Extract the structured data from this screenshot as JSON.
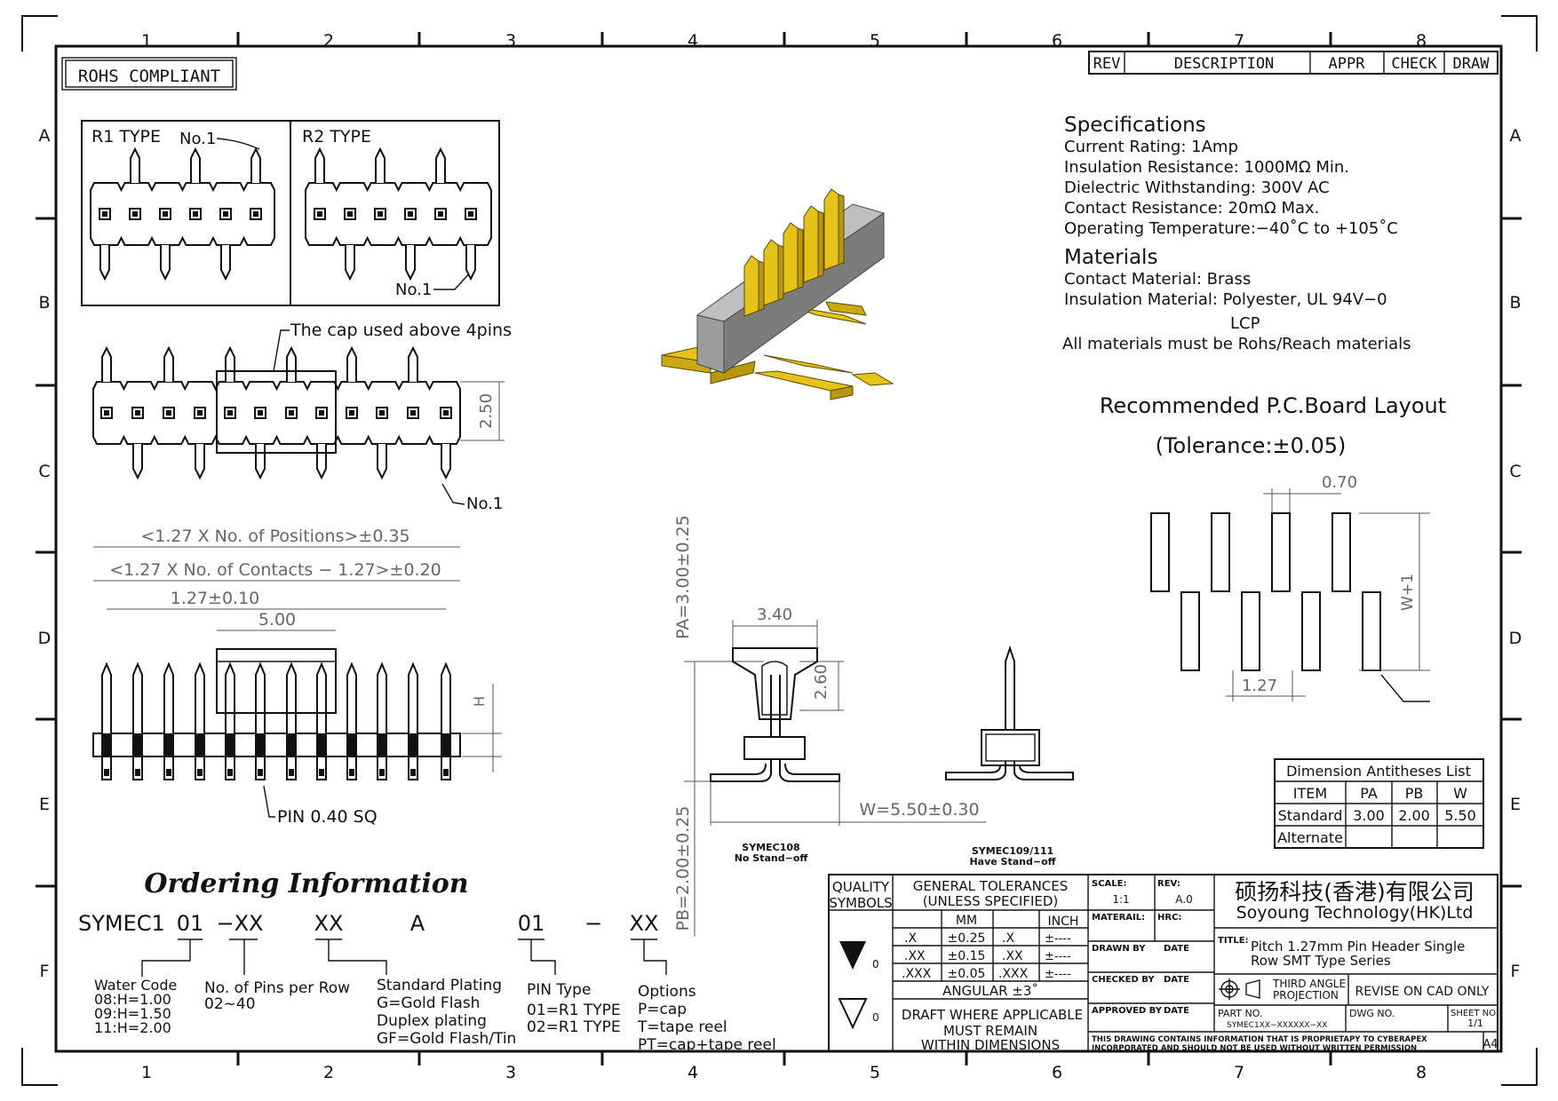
{
  "ruler": {
    "cols": [
      "1",
      "2",
      "3",
      "4",
      "5",
      "6",
      "7",
      "8"
    ],
    "rows": [
      "A",
      "B",
      "C",
      "D",
      "E",
      "F"
    ]
  },
  "rohs": "ROHS COMPLIANT",
  "rev_table": {
    "rev": "REV",
    "description": "DESCRIPTION",
    "appr": "APPR",
    "check": "CHECK",
    "draw": "DRAW"
  },
  "types": {
    "r1": "R1  TYPE",
    "r1_no1": "No.1",
    "r2": "R2  TYPE",
    "r2_no1": "No.1"
  },
  "cap_note": "The  cap  used  above  4pins",
  "cap_dim": "2.50",
  "cap_no1": "No.1",
  "front": {
    "positions": "<1.27  X  No.  of  Positions>±0.35",
    "contacts": "<1.27  X  No.  of  Contacts  −  1.27>±0.20",
    "pitch": "1.27±0.10",
    "cap_width": "5.00",
    "h": "H",
    "pin": "PIN  0.40  SQ"
  },
  "side": {
    "pa": "PA=3.00±0.25",
    "pb": "PB=2.00±0.25",
    "w340": "3.40",
    "h260": "2.60",
    "w": "W=5.50±0.30",
    "symec108": "SYMEC108",
    "symec108_sub": "No  Stand−off",
    "symec109": "SYMEC109/111",
    "symec109_sub": "Have  Stand−off"
  },
  "specs": {
    "title": "Specifications",
    "lines": [
      "Current  Rating:    1Amp",
      "Insulation  Resistance:    1000MΩ  Min.",
      "Dielectric  Withstanding:    300V  AC",
      "Contact  Resistance:    20mΩ  Max.",
      "Operating  Temperature:−40˚C  to  +105˚C"
    ],
    "materials_title": "Materials",
    "materials": [
      "Contact  Material:  Brass",
      "Insulation  Material:  Polyester,  UL  94V−0",
      "LCP",
      "All  materials  must  be  Rohs/Reach  materials"
    ]
  },
  "pcb": {
    "title": "Recommended  P.C.Board  Layout",
    "tolerance": "(Tolerance:±0.05)",
    "d070": "0.70",
    "d127": "1.27",
    "w1": "W+1"
  },
  "antithesis": {
    "title": "Dimension  Antitheses  List",
    "headers": [
      "ITEM",
      "PA",
      "PB",
      "W"
    ],
    "rows": [
      [
        "Standard",
        "3.00",
        "2.00",
        "5.50"
      ],
      [
        "Alternate",
        "",
        "",
        ""
      ]
    ]
  },
  "ordering": {
    "title": "Ordering Information",
    "code": [
      "SYMEC1",
      "01",
      "−XX",
      "XX",
      "A",
      "01",
      "−",
      "XX"
    ],
    "water_code": [
      "Water  Code",
      "08:H=1.00",
      "09:H=1.50",
      "11:H=2.00"
    ],
    "pins": [
      "No.  of  Pins  per  Row",
      "02~40"
    ],
    "plating": [
      "Standard  Plating",
      "G=Gold  Flash",
      "Duplex  plating",
      "GF=Gold  Flash/Tin"
    ],
    "pin_type": [
      "PIN  Type",
      "01=R1  TYPE",
      "02=R1  TYPE"
    ],
    "options": [
      "Options",
      "P=cap",
      "T=tape  reel",
      "PT=cap+tape  reel"
    ]
  },
  "title_block": {
    "quality": [
      "QUALITY",
      "SYMBOLS"
    ],
    "tol_title": [
      "GENERAL  TOLERANCES",
      "(UNLESS  SPECIFIED)"
    ],
    "mm": "MM",
    "inch": "INCH",
    "tol_rows": [
      [
        ".X",
        "±0.25",
        ".X",
        "±----"
      ],
      [
        ".XX",
        "±0.15",
        ".XX",
        "±----"
      ],
      [
        ".XXX",
        "±0.05",
        ".XXX",
        "±----"
      ]
    ],
    "angular": "ANGULAR  ±3˚",
    "draft": [
      "DRAFT  WHERE  APPLICABLE",
      "MUST  REMAIN",
      "WITHIN  DIMENSIONS"
    ],
    "sym1": "0",
    "sym2": "0",
    "scale_label": "SCALE:",
    "scale": "1:1",
    "rev_label": "REV:",
    "rev": "A.0",
    "material": "MATERAIL:",
    "hrc": "HRC:",
    "drawn": "DRAWN  BY",
    "checked": "CHECKED  BY",
    "approved": "APPROVED  BY",
    "date": "DATE",
    "company_cn": "硕扬科技(香港)有限公司",
    "company_en": "Soyoung  Technology(HK)Ltd",
    "title_label": "TITLE:",
    "title": [
      "Pitch  1.27mm  Pin  Header  Single",
      "Row  SMT  Type  Series"
    ],
    "projection": [
      "THIRD  ANGLE",
      "PROJECTION"
    ],
    "revise": "REVISE  ON  CAD  ONLY",
    "part_label": "PART  NO.",
    "part": "SYMEC1XX−XXXXXX−XX",
    "dwg": "DWG  NO.",
    "sheet_label": "SHEET  NO.",
    "sheet": "1/1",
    "notice": [
      "THIS  DRAWING  CONTAINS  INFORMATION  THAT  IS  PROPRIETAPY  TO  CYBERAPEX",
      "INCORPORATED  AND  SHOULD  NOT  BE  USED  WITHOUT  WRITTEN  PERMISSION"
    ],
    "size": "A4"
  },
  "colors": {
    "gold": "#e6c319",
    "body_gray": "#9c9c9c",
    "line": "#111111"
  }
}
